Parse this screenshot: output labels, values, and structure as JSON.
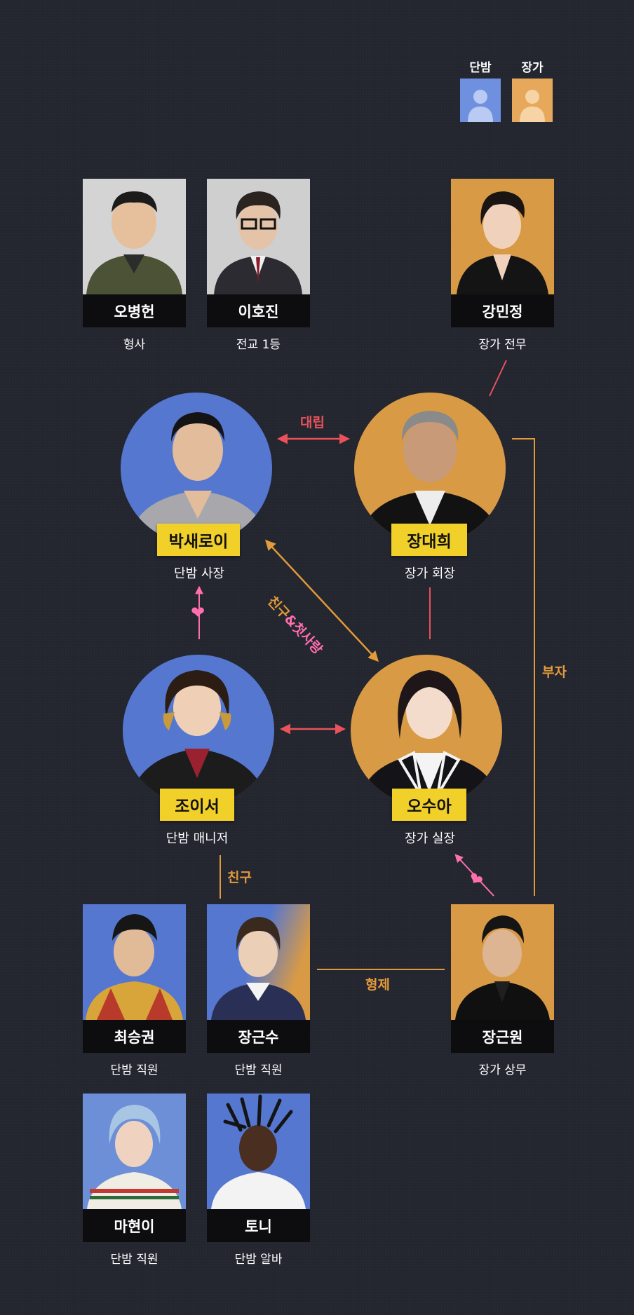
{
  "colors": {
    "background": "#23252f",
    "danbam": "#5577d0",
    "jangga": "#d89a45",
    "tag": "#f2d02a",
    "red_line": "#e9525a",
    "orange_line": "#e29a3a",
    "pink": "#ff6fae"
  },
  "legend": [
    {
      "label": "단밤",
      "color": "#6f8fdf",
      "icon": "person-silhouette-icon"
    },
    {
      "label": "장가",
      "color": "#e6a85a",
      "icon": "person-silhouette-icon"
    }
  ],
  "top_cards": [
    {
      "name": "오병헌",
      "role": "형사",
      "bg": "#d4d4d4"
    },
    {
      "name": "이호진",
      "role": "전교 1등",
      "bg": "#cfcfcf"
    },
    {
      "name": "강민정",
      "role": "장가 전무",
      "bg": "#d89a45"
    }
  ],
  "circles": [
    {
      "name": "박새로이",
      "role": "단밤 사장",
      "color": "#5577d0"
    },
    {
      "name": "장대희",
      "role": "장가 회장",
      "color": "#d89a45"
    },
    {
      "name": "조이서",
      "role": "단밤 매니저",
      "color": "#5577d0"
    },
    {
      "name": "오수아",
      "role": "장가 실장",
      "color": "#d89a45"
    }
  ],
  "relations": {
    "rivalry": "대립",
    "friend_first_love": "친구&첫사랑",
    "father_son": "부자",
    "friend": "친구",
    "brothers": "형제"
  },
  "bottom_cards": [
    {
      "name": "최승권",
      "role": "단밤 직원",
      "bg": "#5577d0"
    },
    {
      "name": "장근수",
      "role": "단밤 직원",
      "bg": "#5577d0"
    },
    {
      "name": "장근원",
      "role": "장가 상무",
      "bg": "#d89a45"
    },
    {
      "name": "마현이",
      "role": "단밤 직원",
      "bg": "#6d8fd8"
    },
    {
      "name": "토니",
      "role": "단밤 알바",
      "bg": "#5577d0"
    }
  ]
}
